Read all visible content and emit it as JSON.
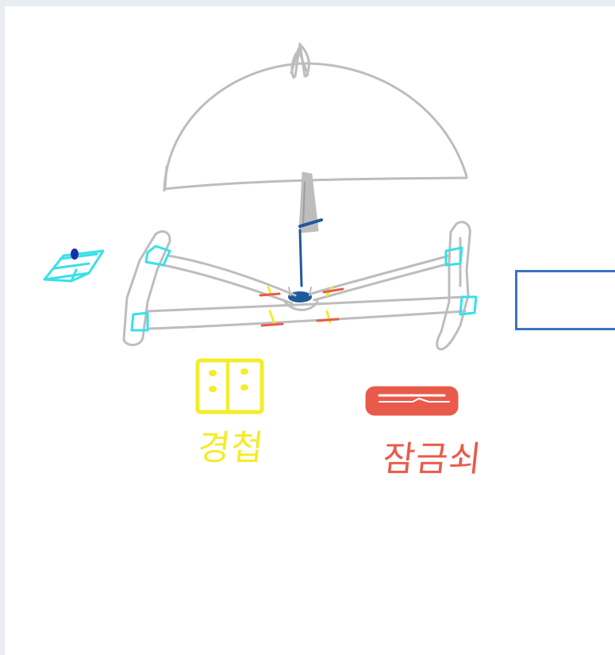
{
  "labels": {
    "hinge": "경첩",
    "lock": "잠금쇠"
  },
  "colors": {
    "background": "#e9edf2",
    "canvas": "#ffffff",
    "sketch_gray": "#bdbdbd",
    "hinge_yellow": "#f4ec2a",
    "lock_red": "#e85b4a",
    "bracket_cyan": "#38e0ea",
    "handle_blue": "#1f5a9c",
    "box_blue": "#3d72c0"
  },
  "icons": {
    "canopy": "umbrella-canopy-sketch",
    "handle": "umbrella-handle",
    "hinge": "hinge-icon",
    "lock": "latch-icon",
    "bracket": "bracket-clip"
  }
}
